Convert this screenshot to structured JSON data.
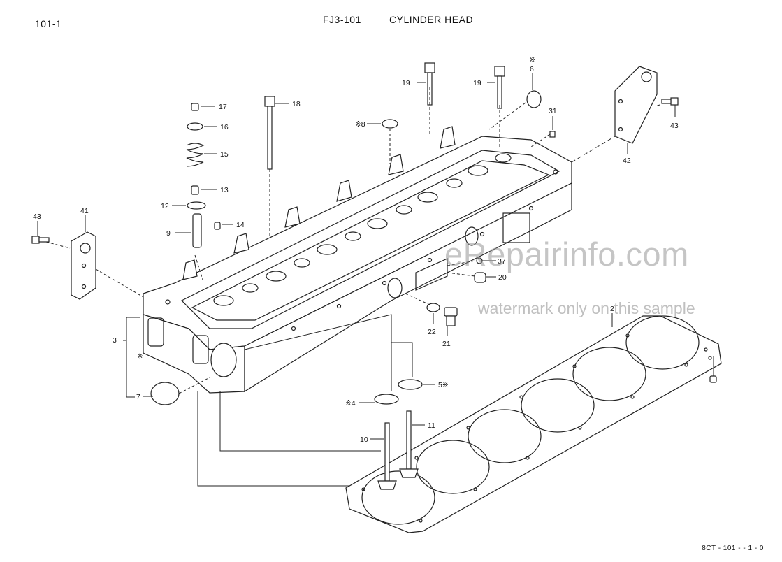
{
  "header": {
    "page_number": "101-1",
    "title_code": "FJ3-101",
    "title_name": "CYLINDER HEAD"
  },
  "footer": {
    "reference": "8CT - 101 - - 1 - 0"
  },
  "watermark": {
    "site": "eRepairinfo.com",
    "note": "watermark only on this sample"
  },
  "callouts": {
    "c2": "2",
    "c3": "3",
    "c4": "※4",
    "c5": "5※",
    "c6": "※\n6",
    "c6_mark": "※",
    "c6_num": "6",
    "c7": "7",
    "c8": "※8",
    "c9": "9",
    "c10": "10",
    "c11": "11",
    "c12": "12",
    "c13": "13",
    "c14": "14",
    "c15": "15",
    "c16": "16",
    "c17": "17",
    "c18": "18",
    "c19a": "19",
    "c19b": "19",
    "c20": "20",
    "c21": "21",
    "c22": "22",
    "c31": "31",
    "c37": "37",
    "c41": "41",
    "c42": "42",
    "c43a": "43",
    "c43b": "43",
    "c3_mark": "※"
  },
  "colors": {
    "line": "#222222",
    "watermark": "#969696"
  }
}
